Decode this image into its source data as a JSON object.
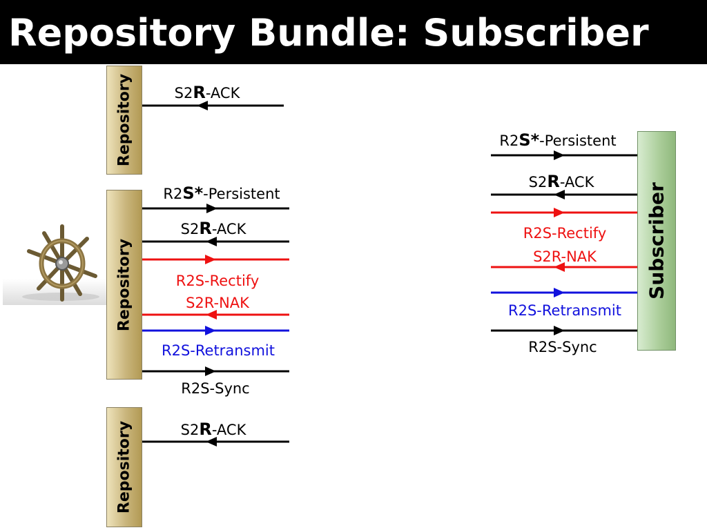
{
  "title": "Repository Bundle: Subscriber",
  "colors": {
    "black": "#000000",
    "red": "#ee1111",
    "blue": "#1111dd"
  },
  "icons": {
    "wheel": "ship-wheel-icon"
  },
  "entities": {
    "repository_top": "Repository",
    "repository_middle": "Repository",
    "repository_bottom": "Repository",
    "subscriber": "Subscriber"
  },
  "messages": {
    "top_s2r_ack": {
      "pre": "S2",
      "bold": "R",
      "post": "-ACK"
    },
    "mid_r2s_persistent": {
      "pre": "R2",
      "bold": "S*",
      "post": "-Persistent"
    },
    "mid_s2r_ack": {
      "pre": "S2",
      "bold": "R",
      "post": "-ACK"
    },
    "mid_rectify": "R2S-Rectify",
    "mid_nak": "S2R-NAK",
    "mid_retransmit": "R2S-Retransmit",
    "mid_sync": "R2S-Sync",
    "bottom_s2r_ack": {
      "pre": "S2",
      "bold": "R",
      "post": "-ACK"
    },
    "sub_r2s_persistent": {
      "pre": "R2",
      "bold": "S*",
      "post": "-Persistent"
    },
    "sub_s2r_ack": {
      "pre": "S2",
      "bold": "R",
      "post": "-ACK"
    },
    "sub_rectify": "R2S-Rectify",
    "sub_nak": "S2R-NAK",
    "sub_retransmit": "R2S-Retransmit",
    "sub_sync": "R2S-Sync"
  }
}
